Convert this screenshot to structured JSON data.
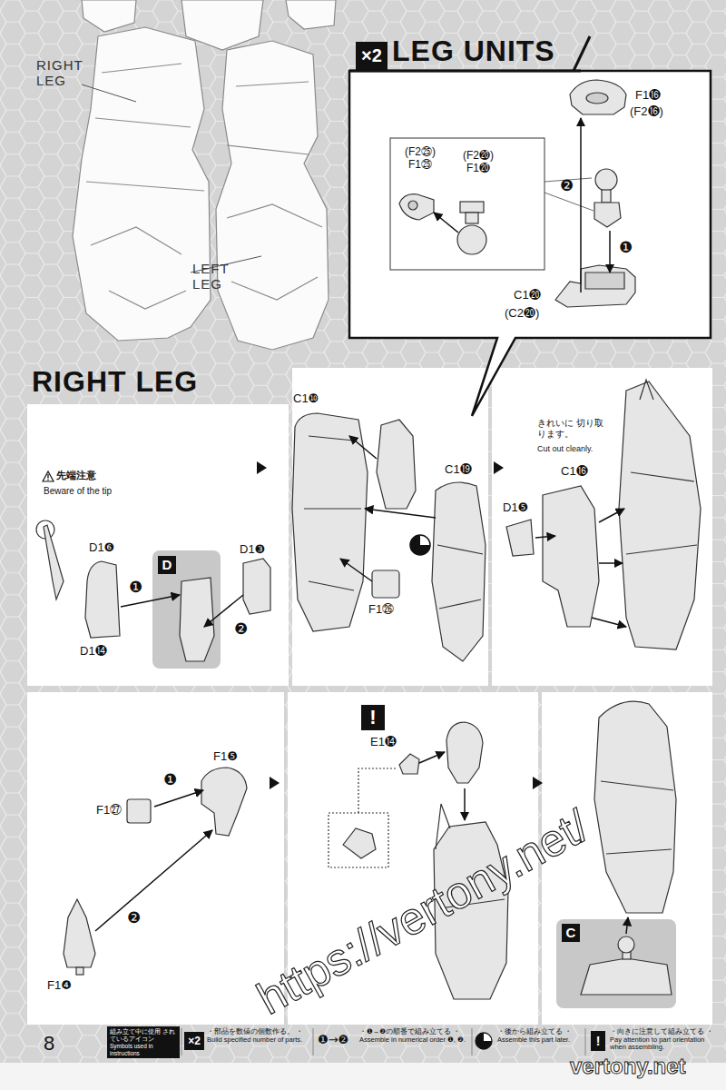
{
  "diagram": {
    "nodes": [
      {
        "text": [
          "LEG UNITS"
        ]
      },
      {
        "text": [
          "×2"
        ],
        "in": 0
      },
      {
        "text": [
          "(F2㉕) F1㉕",
          "(F2⓴) F1⓴"
        ],
        "in": 0
      },
      {
        "text": [
          "RIGHT LEG"
        ]
      },
      {
        "text": [
          "D"
        ],
        "in": 3
      },
      {
        "text": [
          "C"
        ],
        "in": 3
      },
      {
        "text": [
          "組み立て中に使用 されているアイコン",
          "Symbols used in instructions"
        ]
      }
    ],
    "labels": [
      "RIGHT LEG",
      "LEFT LEG",
      "F1⓰",
      "(F2⓰)",
      "❷",
      "❶",
      "C1⓴",
      "(C2⓴)",
      "先端注意",
      "Beware of the tip",
      "D1❻",
      "D1⓮",
      "❶",
      "❷",
      "D1❸",
      "C1❿",
      "C1⓳",
      "F1㉖",
      "きれいに 切り取ります。",
      "Cut out cleanly.",
      "C1⓰",
      "D1❺",
      "F1❺",
      "❶",
      "F1㉗",
      "❷",
      "F1❹",
      "!",
      "E1⓮",
      "https://vertony.net/",
      "vertony.net",
      "8",
      "×2",
      "❶→❷",
      "!"
    ],
    "legend": [
      {
        "text": "・部品を数値の個数作る。 ・Build specified number of parts."
      },
      {
        "text": "・❶→❷の順番で組み立てる ・Assemble in numerical order ❶, ❷."
      },
      {
        "text": "・後から組み立てる ・Assemble this part later."
      },
      {
        "text": "・向きに注意して組み立てる ・Pay attention to part orientation when assembling."
      }
    ]
  }
}
